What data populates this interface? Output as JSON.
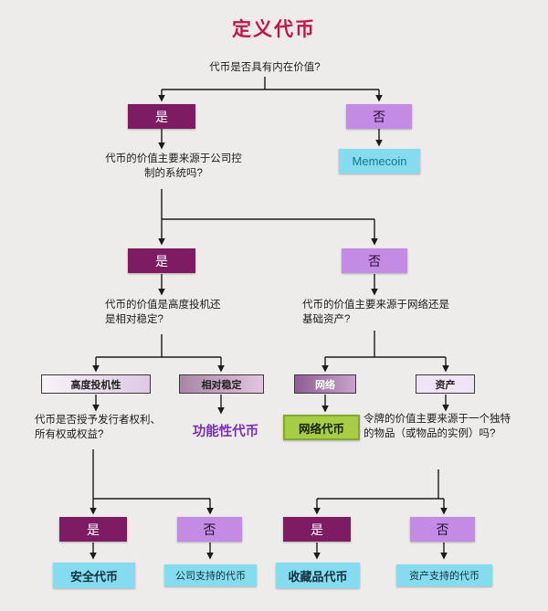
{
  "title": "定义代币",
  "questions": {
    "q1": "代币是否具有内在价值?",
    "q2": "代币的价值主要来源于公司控制的系统吗?",
    "q3": "代币的价值是高度投机还是相对稳定?",
    "q4": "代币的价值主要来源于网络还是基础资产?",
    "q5": "代币是否授予发行者权利、所有权或权益?",
    "q6": "令牌的价值主要来源于一个独特的物品（或物品的实例）吗?"
  },
  "decisions": {
    "yes": "是",
    "no": "否",
    "highly_speculative": "高度投机性",
    "relatively_stable": "相对稳定",
    "network": "网络",
    "asset": "资产"
  },
  "outcomes": {
    "memecoin": "Memecoin",
    "utility_token": "功能性代币",
    "network_token": "网络代币",
    "security_token": "安全代币",
    "company_backed_token": "公司支持的代币",
    "collectible_token": "收藏品代币",
    "asset_backed_token": "资产支持的代币"
  },
  "colors": {
    "background": "#edecea",
    "title": "#c4134e",
    "decision_yes": "#7d1b63",
    "decision_no": "#c48be4",
    "result": "#85dcee",
    "network_token": "#a6cd43",
    "utility_text": "#7b2fbe",
    "memecoin_text": "#11768c",
    "line": "#1b1b1b"
  }
}
